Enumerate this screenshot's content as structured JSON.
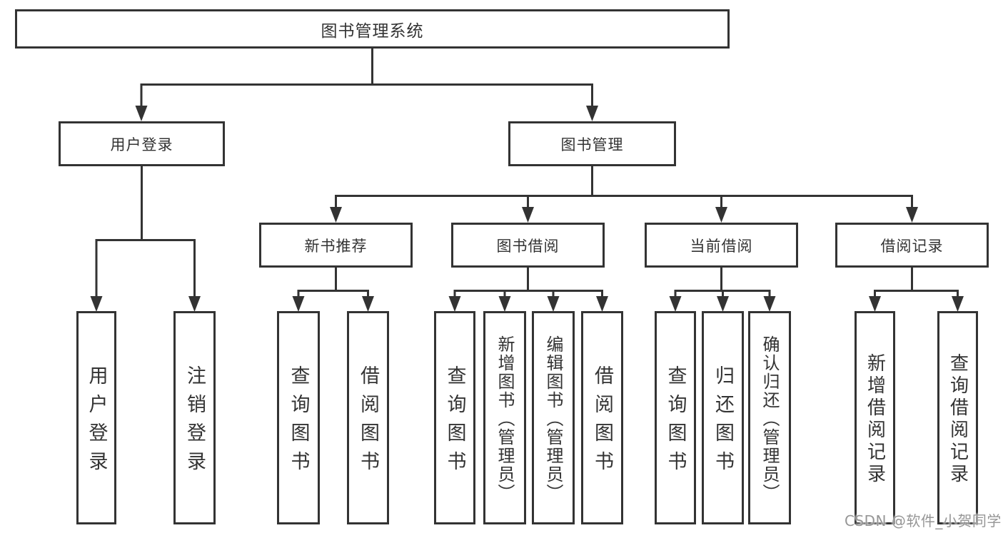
{
  "diagram": {
    "stroke_color": "#333333",
    "text_color": "#333333",
    "background_color": "#ffffff",
    "root": {
      "label": "图书管理系统"
    },
    "branches": [
      {
        "label": "用户登录",
        "children": [
          {
            "label": "用户登录"
          },
          {
            "label": "注销登录"
          }
        ]
      },
      {
        "label": "图书管理",
        "children": [
          {
            "label": "新书推荐",
            "children": [
              {
                "label": "查询图书"
              },
              {
                "label": "借阅图书"
              }
            ]
          },
          {
            "label": "图书借阅",
            "children": [
              {
                "label": "查询图书"
              },
              {
                "label": "新增图书（管理员）"
              },
              {
                "label": "编辑图书（管理员）"
              },
              {
                "label": "借阅图书"
              }
            ]
          },
          {
            "label": "当前借阅",
            "children": [
              {
                "label": "查询图书"
              },
              {
                "label": "归还图书"
              },
              {
                "label": "确认归还（管理员）"
              }
            ]
          },
          {
            "label": "借阅记录",
            "children": [
              {
                "label": "新增借阅记录"
              },
              {
                "label": "查询借阅记录"
              }
            ]
          }
        ]
      }
    ]
  },
  "watermark": {
    "text": "CSDN @软件_小贺同学",
    "color": "#969696"
  }
}
